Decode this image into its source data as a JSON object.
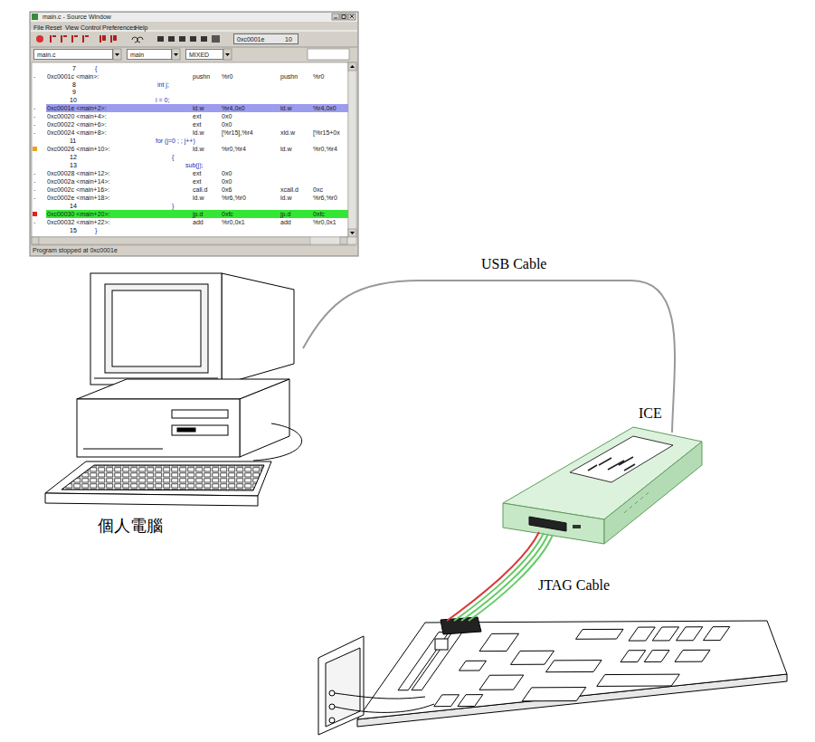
{
  "diagram": {
    "nodes": [
      {
        "text": [
          "main.c - Source Window",
          "File",
          "Reset",
          "View",
          "Control",
          "Preferences",
          "Help",
          "7",
          "{",
          "-",
          "0xc0001c <main>:",
          "pushn",
          "%r0",
          "pushn",
          "%r0",
          "8",
          "int j;",
          "9",
          "10",
          "i = 0;",
          "-",
          "0xc0001e <main+2>:",
          "ld.w",
          "%r4,0x0",
          "ld.w",
          "%r4,0x0",
          "-",
          "0xc00020 <main+4>:",
          "ext",
          "0x0",
          "-",
          "0xc00022 <main+6>:",
          "ext",
          "0x0",
          "-",
          "0xc00024 <main+8>:",
          "ld.w",
          "[%r15],%r4",
          "xld.w",
          "[%r15+0x",
          "11",
          "for (j=0 ; ; j++)",
          "0xc00026 <main+10>:",
          "ld.w",
          "%r0,%r4",
          "ld.w",
          "%r0,%r4",
          "12",
          "{",
          "13",
          "sub(j);",
          "-",
          "0xc00028 <main+12>:",
          "ext",
          "0x0",
          "-",
          "0xc0002a <main+14>:",
          "ext",
          "0x0",
          "-",
          "0xc0002c <main+16>:",
          "call.d",
          "0x6",
          "xcall.d",
          "0xc",
          "-",
          "0xc0002e <main+18>:",
          "ld.w",
          "%r6,%r0",
          "ld.w",
          "%r6,%r0",
          "14",
          "}",
          "0xc00030 <main+20>:",
          "jp.d",
          "0xfc",
          "jp.d",
          "0xfc",
          "-",
          "0xc00032 <main+22>:",
          "add",
          "%r0,0x1",
          "add",
          "%r0,0x1",
          "15",
          "}",
          "Program stopped at 0xc0001e"
        ]
      },
      {
        "text": [
          "0xc0001e",
          "10"
        ],
        "in": 0
      },
      {
        "text": [
          "main.c"
        ],
        "in": 0
      },
      {
        "text": [
          "main"
        ],
        "in": 0
      },
      {
        "text": [
          "MIXED"
        ],
        "in": 0
      },
      {
        "text": [
          "個人電腦"
        ]
      },
      {
        "text": [
          "ICE"
        ]
      }
    ],
    "edges": [
      {
        "from": 5,
        "to": 6,
        "label": "USB Cable",
        "arrow": "none"
      }
    ],
    "labels": [
      "JTAG Cable"
    ]
  }
}
